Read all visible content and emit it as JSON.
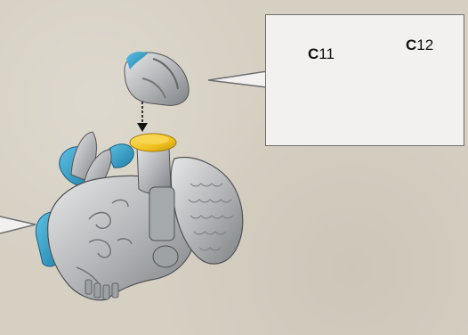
{
  "callout": {
    "parts": [
      {
        "letter": "C",
        "number": "11",
        "color": "#b9bcbf"
      },
      {
        "letter": "C",
        "number": "12",
        "color": "#f1c21e"
      }
    ]
  },
  "colors": {
    "silver": "#b7b9bc",
    "blue": "#2a9cc8",
    "yellow": "#f1c21e",
    "background": "#d6d0c3"
  }
}
